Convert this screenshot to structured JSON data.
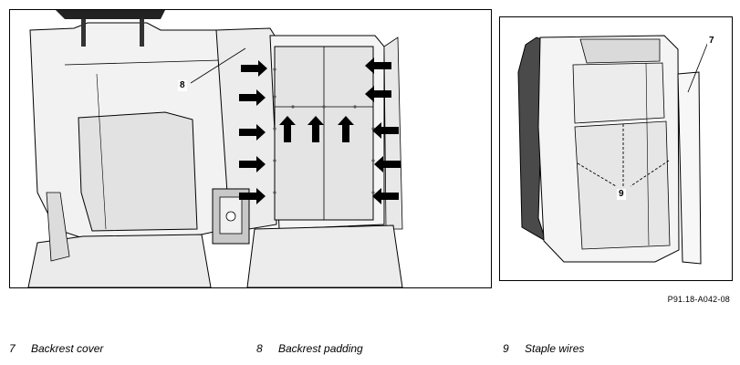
{
  "figure_code": "P91.18-A042-08",
  "callouts": {
    "left_backrest_padding": "8",
    "right_backrest_cover": "7",
    "right_staple_wires": "9"
  },
  "legend": [
    {
      "number": "7",
      "label": "Backrest cover"
    },
    {
      "number": "8",
      "label": "Backrest padding"
    },
    {
      "number": "9",
      "label": "Staple wires"
    }
  ],
  "colors": {
    "line": "#000000",
    "seat_fill": "#f2f2f2",
    "seat_shadow": "#d9d9d9",
    "padding_fill": "#e6e6e6"
  }
}
